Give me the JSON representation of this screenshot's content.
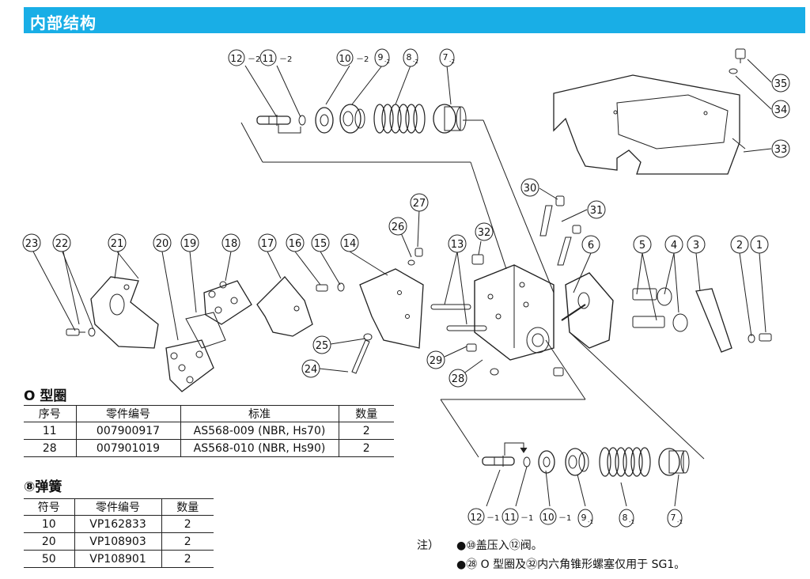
{
  "header": {
    "title": "内部结构"
  },
  "callouts": {
    "c12_2": "⑫",
    "c12_2s": "－2",
    "c11_2": "⑪",
    "c11_2s": "－2",
    "c10_2": "⑩",
    "c10_2s": "－2",
    "c9_2": "9",
    "c9_2s": "-2",
    "c8_2": "8",
    "c8_2s": "-2",
    "c7_2": "7",
    "c7_2s": "-2",
    "c35": "35",
    "c34": "34",
    "c33": "33",
    "c30": "30",
    "c31": "31",
    "c27": "27",
    "c26": "26",
    "c32": "32",
    "c23": "23",
    "c22": "22",
    "c21": "21",
    "c20": "20",
    "c19": "19",
    "c18": "18",
    "c17": "17",
    "c16": "16",
    "c15": "15",
    "c14": "14",
    "c13": "13",
    "c6": "6",
    "c5": "5",
    "c4": "4",
    "c3": "3",
    "c2": "2",
    "c1": "1",
    "c25": "25",
    "c24": "24",
    "c29": "29",
    "c28": "28",
    "c12_1": "⑫",
    "c12_1s": "－1",
    "c11_1": "⑪",
    "c11_1s": "－1",
    "c10_1": "⑩",
    "c10_1s": "－1",
    "c9_1": "9",
    "c9_1s": "-1",
    "c8_1": "8",
    "c8_1s": "-1",
    "c7_1": "7",
    "c7_1s": "-1"
  },
  "oring": {
    "title": "O 型圈",
    "headers": [
      "序号",
      "零件编号",
      "标准",
      "数量"
    ],
    "rows": [
      [
        "11",
        "007900917",
        "AS568-009 (NBR, Hs70)",
        "2"
      ],
      [
        "28",
        "007901019",
        "AS568-010 (NBR, Hs90)",
        "2"
      ]
    ]
  },
  "spring": {
    "title": "⑧弹簧",
    "headers": [
      "符号",
      "零件编号",
      "数量"
    ],
    "rows": [
      [
        "10",
        "VP162833",
        "2"
      ],
      [
        "20",
        "VP108903",
        "2"
      ],
      [
        "50",
        "VP108901",
        "2"
      ]
    ]
  },
  "notes": {
    "label": "注）",
    "line1": "●⑩盖压入⑫阀。",
    "line2": "●㉘ O 型圈及㉜内六角锥形螺塞仅用于 SG1。"
  },
  "colors": {
    "header_bg": "#19aee6",
    "header_text": "#ffffff"
  }
}
